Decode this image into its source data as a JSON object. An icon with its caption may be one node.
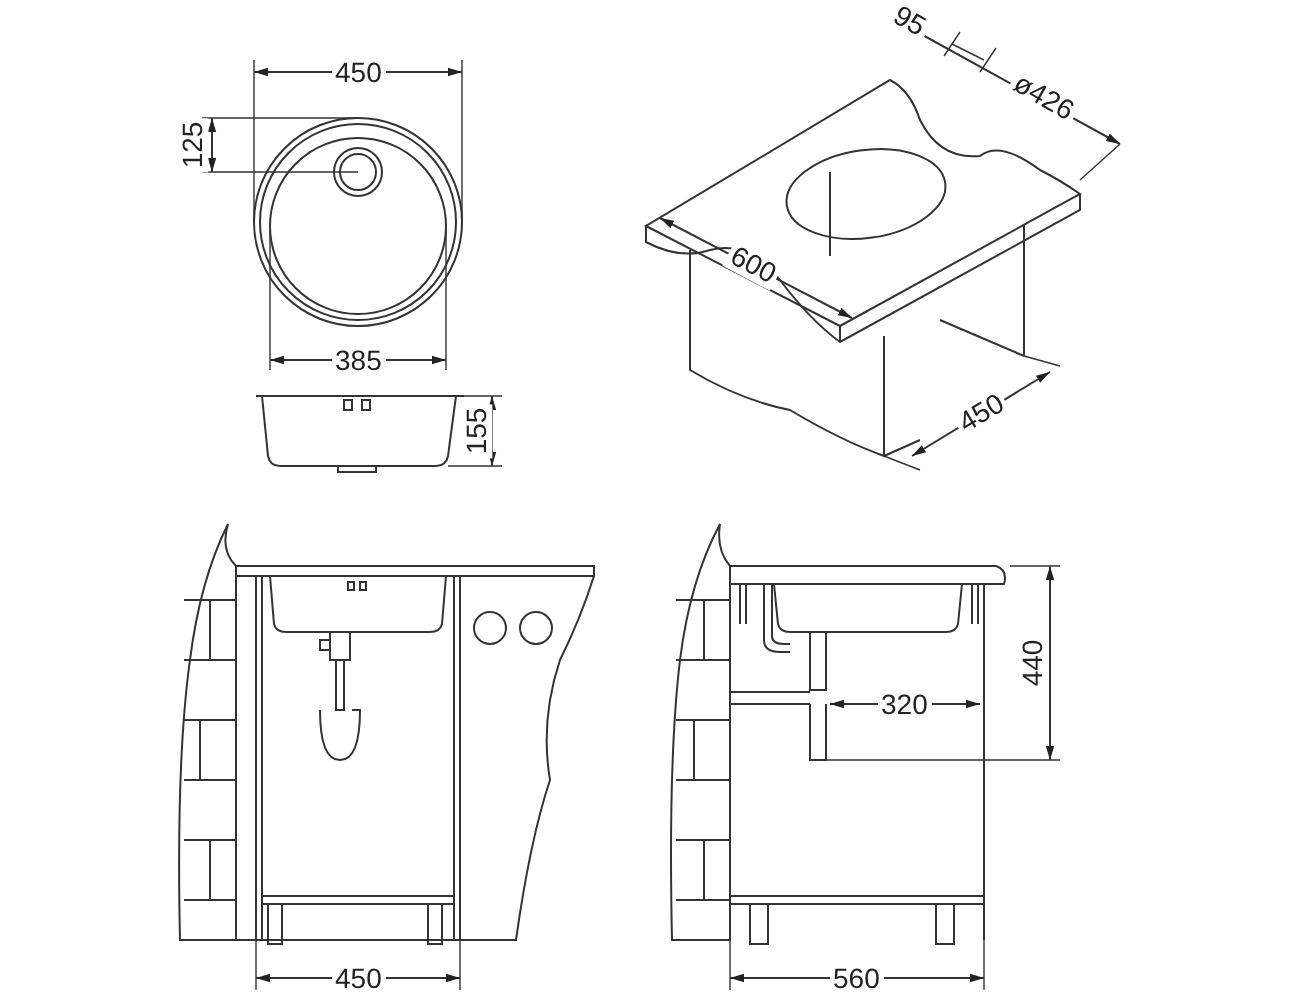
{
  "diagram": {
    "labels": [
      "450",
      "125",
      "385",
      "155",
      "95",
      "ø426",
      "600",
      "450",
      "450",
      "320",
      "440",
      "560"
    ]
  }
}
